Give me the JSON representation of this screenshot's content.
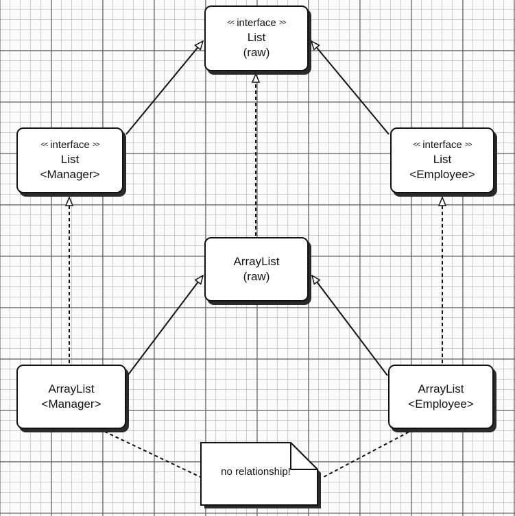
{
  "stereotype": {
    "open": "<<",
    "label": "interface",
    "close": ">>"
  },
  "nodes": {
    "list_raw": {
      "line1": "List",
      "line2": "(raw)"
    },
    "list_manager": {
      "line1": "List",
      "line2": "<Manager>"
    },
    "list_employee": {
      "line1": "List",
      "line2": "<Employee>"
    },
    "arraylist_raw": {
      "line1": "ArrayList",
      "line2": "(raw)"
    },
    "arraylist_manager": {
      "line1": "ArrayList",
      "line2": "<Manager>"
    },
    "arraylist_employee": {
      "line1": "ArrayList",
      "line2": "<Employee>"
    }
  },
  "note": {
    "text": "no relationship!"
  },
  "relationships": [
    {
      "from": "list_manager",
      "to": "list_raw",
      "kind": "generalization"
    },
    {
      "from": "list_employee",
      "to": "list_raw",
      "kind": "generalization"
    },
    {
      "from": "arraylist_raw",
      "to": "list_raw",
      "kind": "realization"
    },
    {
      "from": "arraylist_manager",
      "to": "list_manager",
      "kind": "realization"
    },
    {
      "from": "arraylist_employee",
      "to": "list_employee",
      "kind": "realization"
    },
    {
      "from": "arraylist_manager",
      "to": "arraylist_raw",
      "kind": "generalization"
    },
    {
      "from": "arraylist_employee",
      "to": "arraylist_raw",
      "kind": "generalization"
    },
    {
      "from": "arraylist_manager",
      "to": "note",
      "kind": "note-link"
    },
    {
      "from": "arraylist_employee",
      "to": "note",
      "kind": "note-link"
    }
  ]
}
